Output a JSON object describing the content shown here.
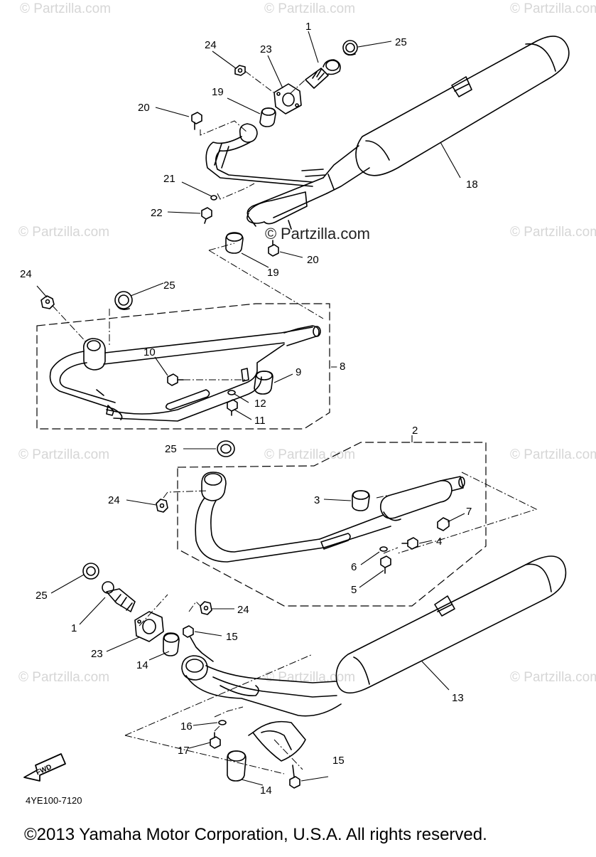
{
  "watermark": {
    "text": "© Partzilla.com",
    "center_text": "Partzilla.com",
    "color": "#d6d6d6"
  },
  "fwd_label": "FWD",
  "diagram_code": "4YE100-7120",
  "copyright": "©2013  Yamaha Motor Corporation, U.S.A. All rights reserved.",
  "callouts": {
    "c1a": "1",
    "c25a": "25",
    "c24a": "24",
    "c23a": "23",
    "c19a": "19",
    "c20a": "20",
    "c18": "18",
    "c21": "21",
    "c22": "22",
    "c19b": "19",
    "c20b": "20",
    "c24b": "24",
    "c25b": "25",
    "c10": "10",
    "c9": "9",
    "c8": "8",
    "c12": "12",
    "c11": "11",
    "c2": "2",
    "c25c": "25",
    "c24c": "24",
    "c3": "3",
    "c7": "7",
    "c4": "4",
    "c6": "6",
    "c5": "5",
    "c25d": "25",
    "c1b": "1",
    "c24d": "24",
    "c15a": "15",
    "c23b": "23",
    "c14a": "14",
    "c13": "13",
    "c16": "16",
    "c17": "17",
    "c15b": "15",
    "c14b": "14"
  }
}
